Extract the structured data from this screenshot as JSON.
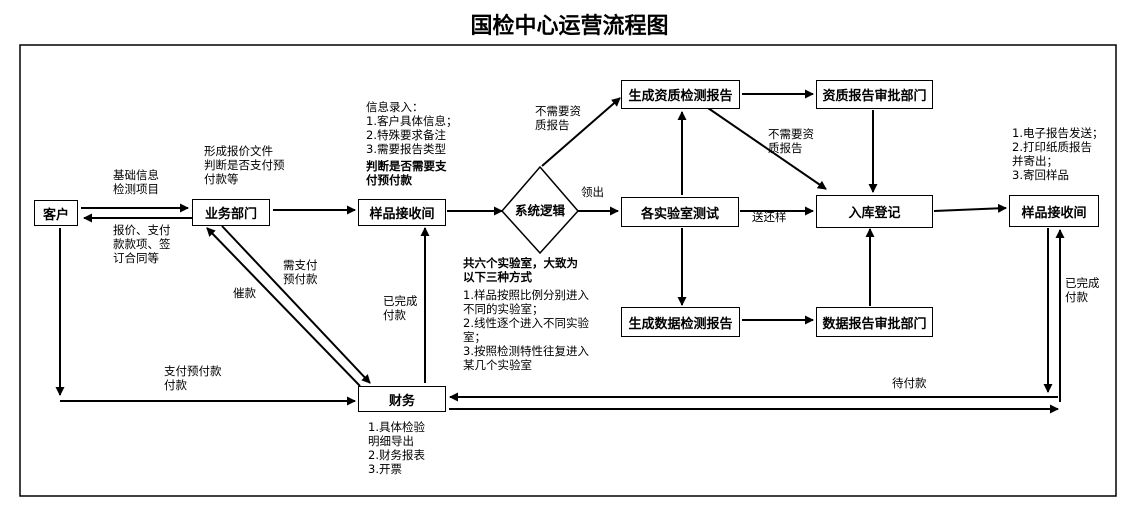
{
  "title": "国检中心运营流程图",
  "nodes": {
    "customer": "客户",
    "business": "业务部门",
    "sample_receive": "样品接收间",
    "system_logic": "系统逻辑",
    "lab_test": "各实验室测试",
    "qual_report": "生成资质检测报告",
    "qual_review": "资质报告审批部门",
    "data_report": "生成数据检测报告",
    "data_review": "数据报告审批部门",
    "storage": "入库登记",
    "sample_receive2": "样品接收间",
    "finance": "财务"
  },
  "labels": {
    "basic_info": "基础信息\n检测项目",
    "quote_pay": "报价、支付\n款款项、签\n订合同等",
    "form_quote": "形成报价文件\n判断是否支付预\n付款等",
    "info_entry": "信息录入：\n1.客户具体信息；\n2.特殊要求备注\n3.需要报告类型",
    "info_entry_bold": "判断是否需要支\n付预付款",
    "no_qual_1": "不需要资\n质报告",
    "no_qual_2": "不需要资\n质报告",
    "take_out": "领出",
    "return_sample": "送还样",
    "labs_title": "共六个实验室，大致为\n以下三种方式",
    "labs_detail": "1.样品按照比例分别进入\n不同的实验室；\n2.线性逐个进入不同实验\n室；\n3.按照检测特性往复进入\n某几个实验室",
    "need_prepay": "需支付\n预付款",
    "urge_pay": "催款",
    "paid_done": "已完成\n付款",
    "pay_prepay": "支付预付款\n付款",
    "finance_notes": "1.具体检验\n明细导出\n2.财务报表\n3.开票",
    "pending_pay": "待付款",
    "paid_done2": "已完成\n付款",
    "delivery": "1.电子报告发送；\n2.打印纸质报告\n并寄出；\n3.寄回样品"
  }
}
